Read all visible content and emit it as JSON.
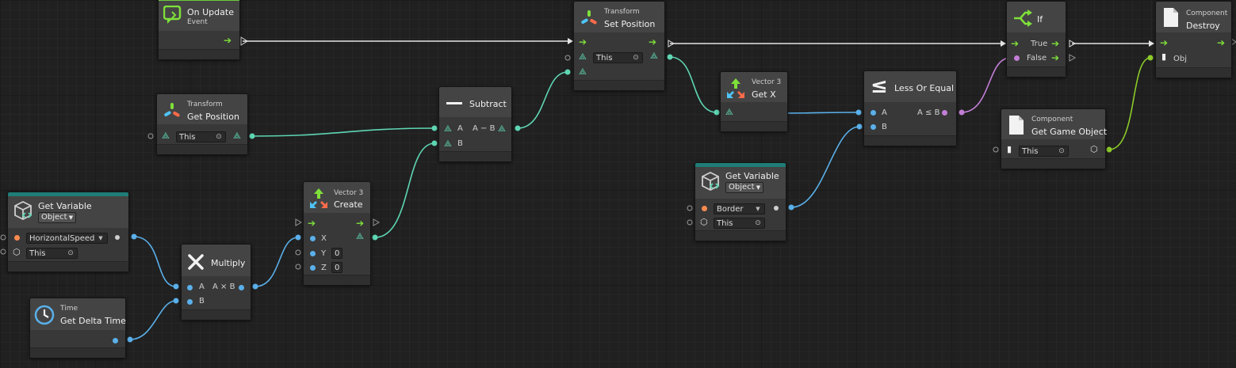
{
  "colors": {
    "background": "#202020",
    "node_body": "#383838",
    "node_header": "#444444",
    "flow_wire": "#e6e6e6",
    "vector_wire": "#5ed6b3",
    "float_wire": "#5ab0ea",
    "bool_wire": "#c27ed6",
    "object_wire": "#8ccb2a",
    "event_accent": "#6cc93d",
    "variable_accent": "#1f7c77"
  },
  "nodes": {
    "on_update": {
      "icon": "loop-arrow-icon",
      "title": "On Update",
      "subtitle": "Event"
    },
    "set_position": {
      "category": "Transform",
      "title": "Set Position",
      "target": "This"
    },
    "if": {
      "title": "If",
      "true_label": "True",
      "false_label": "False"
    },
    "destroy": {
      "category": "Component",
      "title": "Destroy",
      "input_label": "Obj"
    },
    "get_position": {
      "category": "Transform",
      "title": "Get Position",
      "target": "This"
    },
    "subtract": {
      "title": "Subtract",
      "input_a": "A",
      "input_b": "B",
      "output": "A − B"
    },
    "get_x": {
      "category": "Vector 3",
      "title": "Get X"
    },
    "less_or_equal": {
      "title": "Less Or Equal",
      "input_a": "A",
      "input_b": "B",
      "output": "A ≤ B"
    },
    "get_game_object": {
      "category": "Component",
      "title": "Get Game Object",
      "target": "This"
    },
    "get_variable_border": {
      "title": "Get Variable",
      "kind": "Object",
      "variable": "Border",
      "target": "This"
    },
    "get_variable_speed": {
      "title": "Get Variable",
      "kind": "Object",
      "variable": "HorizontalSpeed",
      "target": "This"
    },
    "vector3_create": {
      "category": "Vector 3",
      "title": "Create",
      "x_label": "X",
      "y_label": "Y",
      "y_value": "0",
      "z_label": "Z",
      "z_value": "0"
    },
    "multiply": {
      "title": "Multiply",
      "input_a": "A",
      "input_b": "B",
      "output": "A × B"
    },
    "get_delta_time": {
      "category": "Time",
      "title": "Get Delta Time"
    }
  }
}
